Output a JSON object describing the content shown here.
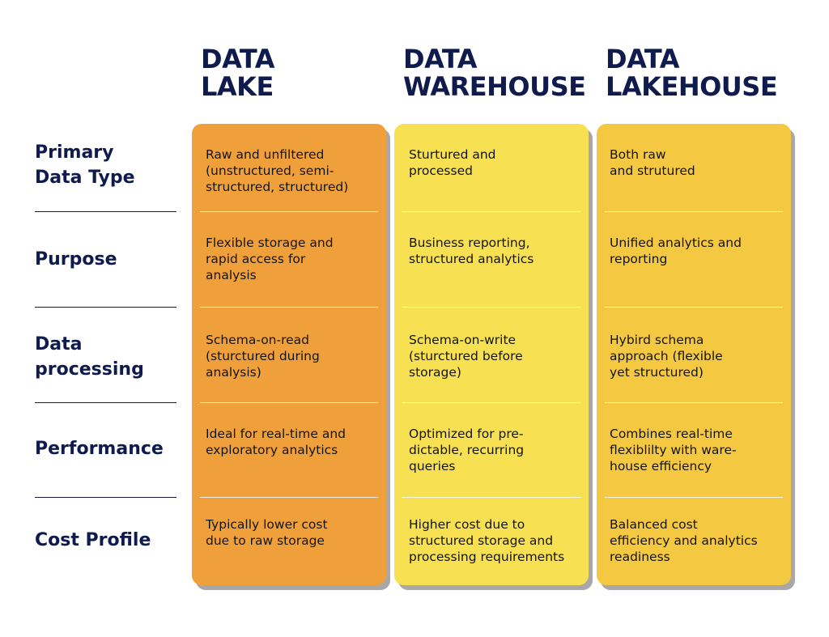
{
  "colors": {
    "navy": "#0f1b4d",
    "data_lake": "#f0a03a",
    "data_warehouse": "#f7e052",
    "data_lakehouse": "#f5c842"
  },
  "columns": [
    {
      "key": "data_lake",
      "heading": [
        "DATA",
        "LAKE"
      ]
    },
    {
      "key": "data_warehouse",
      "heading": [
        "DATA",
        "WAREHOUSE"
      ]
    },
    {
      "key": "data_lakehouse",
      "heading": [
        "DATA",
        "LAKEHOUSE"
      ]
    }
  ],
  "rows": [
    {
      "label": [
        "Primary",
        "Data Type"
      ],
      "cells": [
        [
          "Raw and unfiltered",
          "(unstructured, semi-",
          "structured, structured)"
        ],
        [
          "Sturtured and",
          "processed"
        ],
        [
          "Both raw",
          "and strutured"
        ]
      ]
    },
    {
      "label": [
        "Purpose"
      ],
      "cells": [
        [
          "Flexible storage and",
          "rapid access for",
          "analysis"
        ],
        [
          "Business reporting,",
          "structured analytics"
        ],
        [
          "Unified analytics and",
          "reporting"
        ]
      ]
    },
    {
      "label": [
        "Data",
        "processing"
      ],
      "cells": [
        [
          "Schema-on-read",
          "(sturctured during",
          "analysis)"
        ],
        [
          "Schema-on-write",
          "(sturctured before",
          "storage)"
        ],
        [
          "Hybird schema",
          "approach (flexible",
          "yet structured)"
        ]
      ]
    },
    {
      "label": [
        "Performance"
      ],
      "cells": [
        [
          "Ideal for real-time and",
          "exploratory analytics"
        ],
        [
          "Optimized for pre-",
          "dictable, recurring",
          "queries"
        ],
        [
          "Combines real-time",
          "flexiblilty with ware-",
          "house efficiency"
        ]
      ]
    },
    {
      "label": [
        "Cost Profile"
      ],
      "cells": [
        [
          "Typically lower cost",
          "due to raw storage"
        ],
        [
          "Higher cost due to",
          "structured storage and",
          "processing requirements"
        ],
        [
          "Balanced cost",
          "efficiency and analytics",
          "readiness"
        ]
      ]
    }
  ]
}
